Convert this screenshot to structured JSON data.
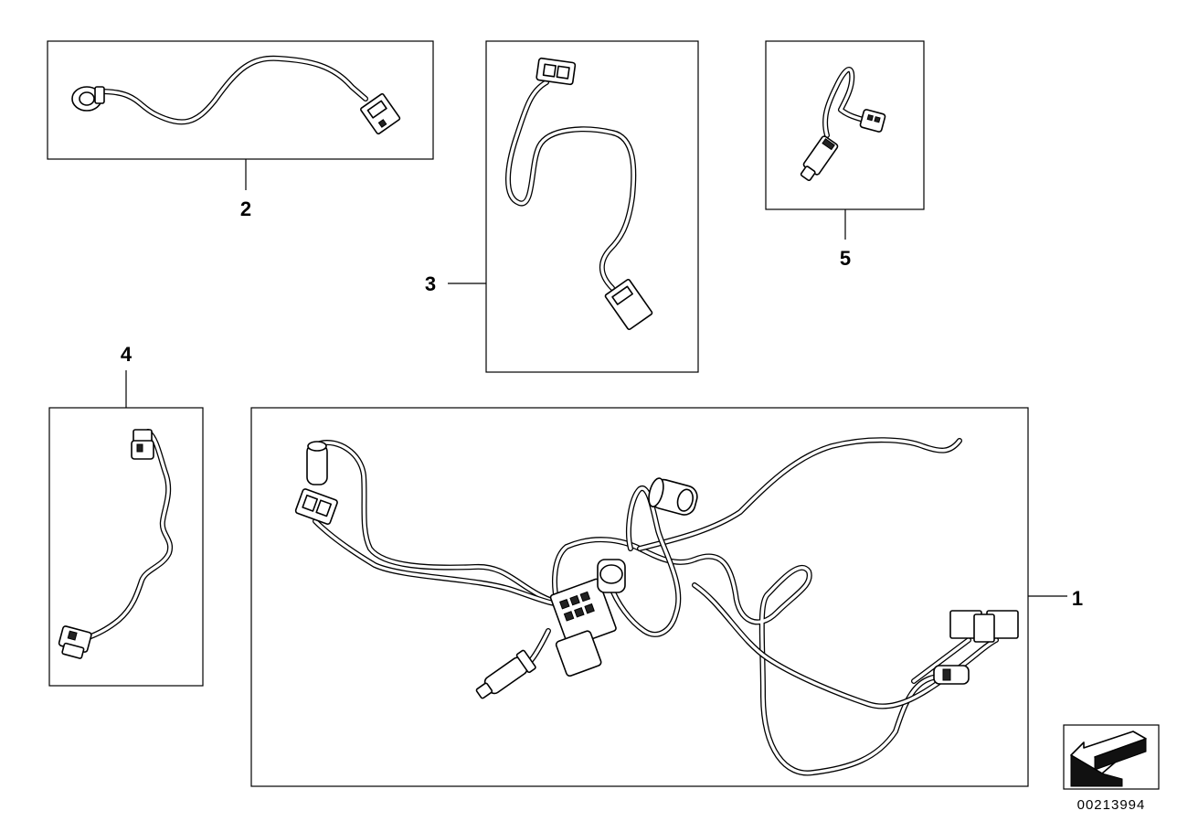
{
  "diagram": {
    "callouts": [
      {
        "id": "1",
        "label": "1"
      },
      {
        "id": "2",
        "label": "2"
      },
      {
        "id": "3",
        "label": "3"
      },
      {
        "id": "4",
        "label": "4"
      },
      {
        "id": "5",
        "label": "5"
      }
    ],
    "document_number": "00213994",
    "icons": [
      "wiring-harness-icon",
      "cable-icon",
      "connector-icon",
      "direction-arrow-icon"
    ]
  }
}
